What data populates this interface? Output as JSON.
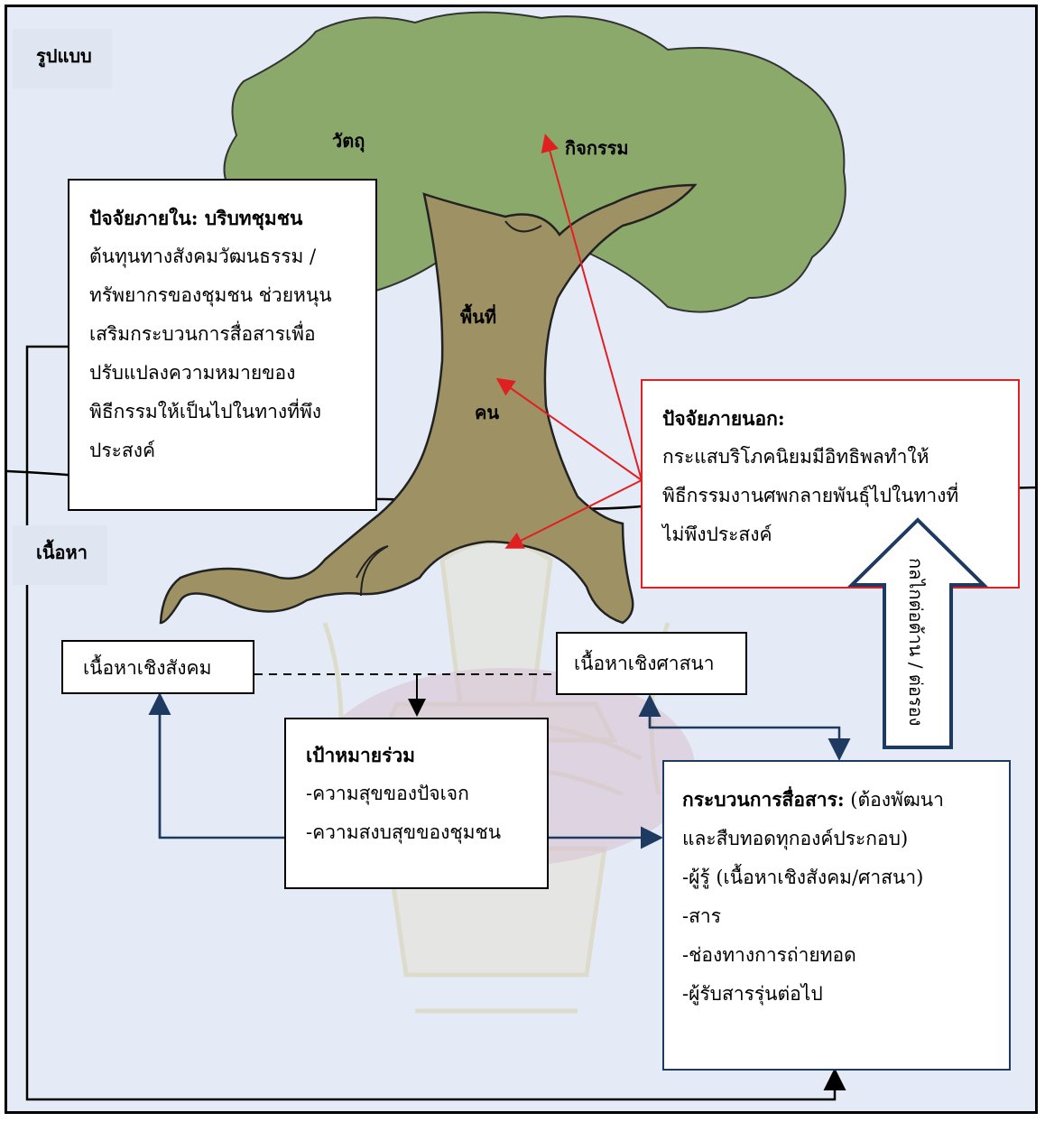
{
  "labels": {
    "form": "รูปแบบ",
    "content": "เนื้อหา",
    "objects": "วัตถุ",
    "activities": "กิจกรรม",
    "space": "พื้นที่",
    "people": "คน"
  },
  "internal": {
    "title": "ปัจจัยภายใน: บริบทชุมชน",
    "lines": [
      "ต้นทุนทางสังคมวัฒนธรรม /",
      "ทรัพยากรของชุมชน ช่วยหนุน",
      "เสริมกระบวนการสื่อสารเพื่อ",
      "ปรับแปลงความหมายของ",
      "พิธีกรรมให้เป็นไปในทางที่พึง",
      "ประสงค์"
    ]
  },
  "external": {
    "title": "ปัจจัยภายนอก:",
    "lines": [
      "กระแสบริโภคนิยมมีอิทธิพลทำให้",
      "พิธีกรรมงานศพกลายพันธุ์ไปในทางที่",
      "ไม่พึงประสงค์"
    ]
  },
  "social_content": "เนื้อหาเชิงสังคม",
  "religious_content": "เนื้อหาเชิงศาสนา",
  "goal": {
    "title": "เป้าหมายร่วม",
    "lines": [
      "-ความสุขของปัจเจก",
      "-ความสงบสุขของชุมชน"
    ]
  },
  "process": {
    "title": "กระบวนการสื่อสาร:",
    "title_rest": " (ต้องพัฒนา",
    "lines": [
      "และสืบทอดทุกองค์ประกอบ)",
      "-ผู้รู้ (เนื้อหาเชิงสังคม/ศาสนา)",
      "-สาร",
      "-ช่องทางการถ่ายทอด",
      "-ผู้รับสารรุ่นต่อไป"
    ]
  },
  "arrow_text": "กลไกต่อต้าน / ต่อรอง",
  "colors": {
    "background": "#e4ebf7",
    "foliage": "#8ba96a",
    "trunk": "#9e9163",
    "red": "#e02020",
    "navy": "#1f3a60"
  }
}
